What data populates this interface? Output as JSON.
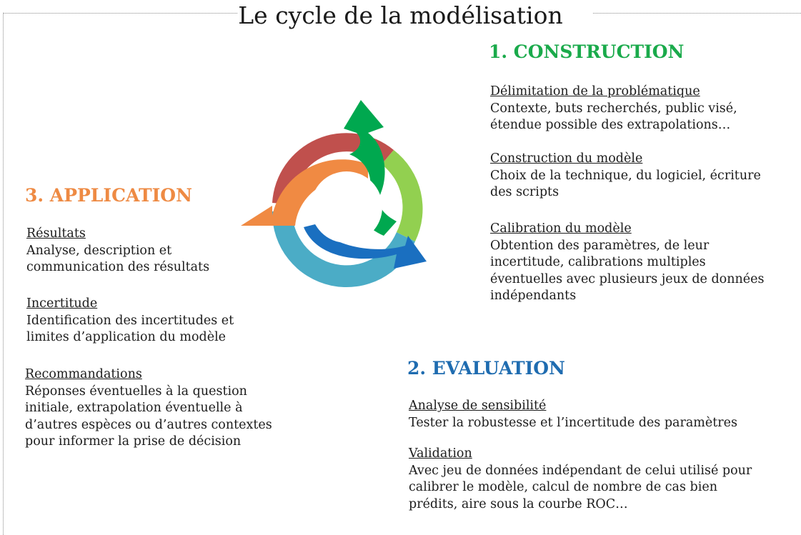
{
  "title": "Le cycle de la modélisation",
  "colors": {
    "construction": "#1aaa4b",
    "evaluation": "#1f6cb0",
    "application": "#ee8a43",
    "arrow_red": "#c0504d",
    "arrow_orange": "#f08a43",
    "arrow_green_dark": "#0fa845",
    "arrow_green_light": "#8bc34a",
    "arrow_blue_dark": "#1a6fc0",
    "arrow_blue_light": "#4fa9c8"
  },
  "construction": {
    "title": "1. CONSTRUCTION",
    "items": [
      {
        "heading": "Délimitation de la problématique",
        "lines": [
          "Contexte, buts recherchés, public visé,",
          "étendue possible des extrapolations…"
        ]
      },
      {
        "heading": "Construction du modèle",
        "lines": [
          "Choix de la technique, du logiciel, écriture",
          "des scripts"
        ]
      },
      {
        "heading": "Calibration du modèle",
        "lines": [
          "Obtention des paramètres, de leur",
          "incertitude, calibrations multiples",
          "éventuelles avec plusieurs jeux de données",
          "indépendants"
        ]
      }
    ]
  },
  "evaluation": {
    "title": "2. EVALUATION",
    "items": [
      {
        "heading": "Analyse de sensibilité",
        "lines": [
          "Tester la robustesse et l’incertitude des paramètres"
        ]
      },
      {
        "heading": "Validation",
        "lines": [
          "Avec jeu de données indépendant de celui utilisé pour",
          "calibrer le modèle, calcul de nombre de cas bien",
          "prédits, aire sous la courbe ROC…"
        ]
      }
    ]
  },
  "application": {
    "title": "3. APPLICATION",
    "items": [
      {
        "heading": "Résultats",
        "lines": [
          "Analyse, description et",
          "communication des résultats"
        ]
      },
      {
        "heading": "Incertitude",
        "lines": [
          "Identification des incertitudes et",
          "limites d’application du modèle"
        ]
      },
      {
        "heading": "Recommandations",
        "lines": [
          "Réponses éventuelles à la question",
          "initiale, extrapolation éventuelle à",
          "d’autres espèces ou d’autres contextes",
          "pour informer la prise de décision"
        ]
      }
    ]
  }
}
